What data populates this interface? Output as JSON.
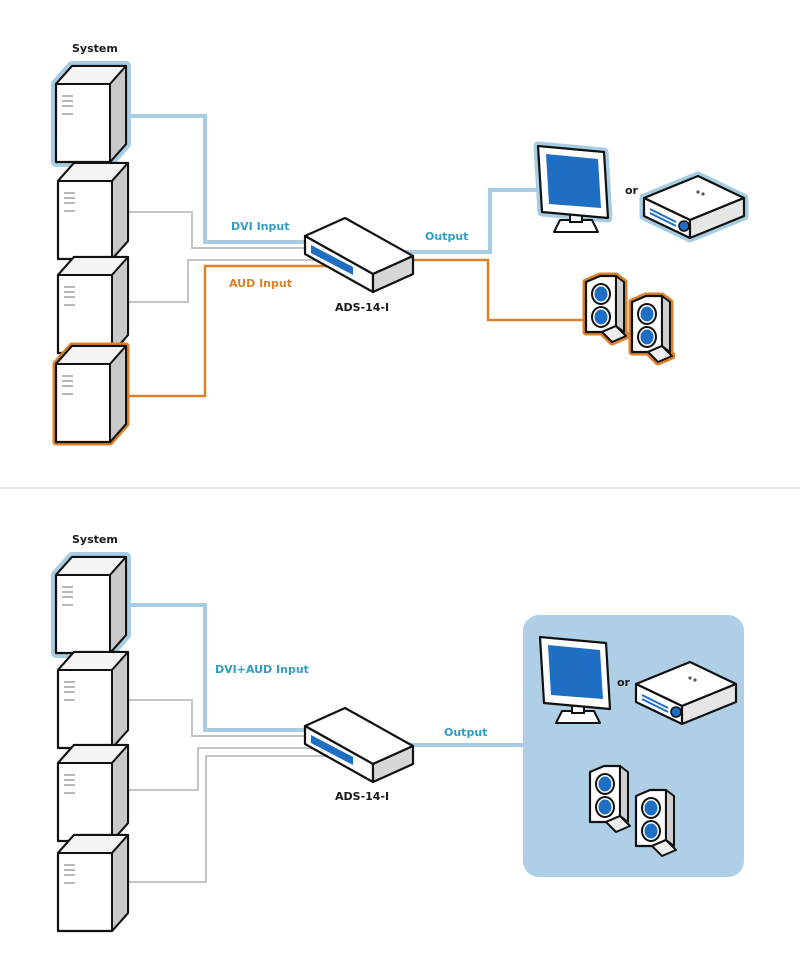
{
  "colors": {
    "video_line": "#a7cde3",
    "audio_line": "#d9822b",
    "gray_line": "#c4c4c4",
    "screen_blue": "#1e6fc4",
    "panel_fill": "#afcfe6",
    "outline": "#111111",
    "label_blue": "#2e9fc7",
    "label_orange": "#d9822b"
  },
  "top": {
    "system_label": "System",
    "dvi_label": "DVI Input",
    "aud_label": "AUD Input",
    "output_label": "Output",
    "device_label": "ADS-14-I",
    "or_label": "or"
  },
  "bottom": {
    "system_label": "System",
    "input_label": "DVI+AUD Input",
    "output_label": "Output",
    "device_label": "ADS-14-I",
    "or_label": "or"
  },
  "icons": [
    "computer-tower-icon",
    "kvm-switch-icon",
    "monitor-icon",
    "projector-icon",
    "speaker-icon"
  ]
}
